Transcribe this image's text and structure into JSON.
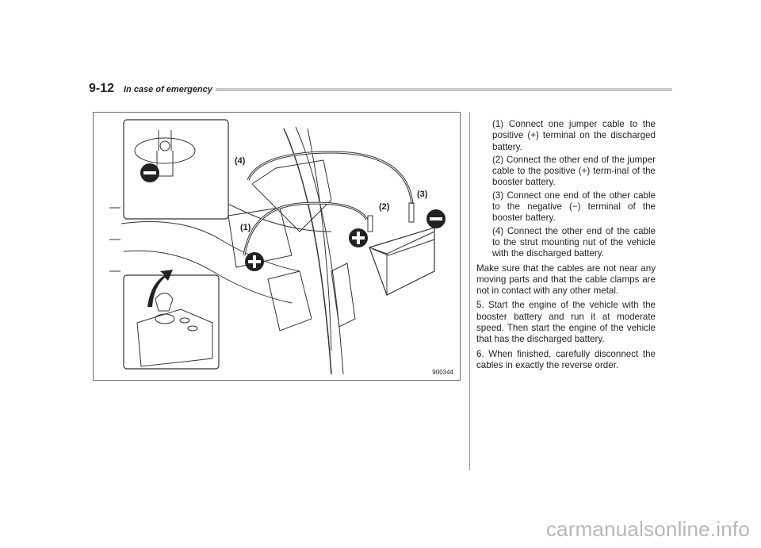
{
  "header": {
    "page_number": "9-12",
    "section_title": "In case of emergency"
  },
  "figure": {
    "code": "900344",
    "callouts": [
      "(1)",
      "(2)",
      "(3)",
      "(4)"
    ]
  },
  "steps": [
    "(1) Connect one jumper cable to the positive (+) terminal on the discharged battery.",
    "(2) Connect the other end of the jumper cable to the positive (+) term-inal of the booster battery.",
    "(3) Connect one end of the other cable to the negative (−) terminal of the booster battery.",
    "(4) Connect the other end of the cable to the strut mounting nut of the vehicle with the discharged battery."
  ],
  "paragraphs": [
    "Make sure that the cables are not near any moving parts and that the cable clamps are not in contact with any other metal.",
    "5. Start the engine of the vehicle with the booster battery and run it at moderate speed. Then start the engine of the vehicle that has the discharged battery.",
    "6. When finished, carefully disconnect the cables in exactly the reverse order."
  ],
  "watermark": "carmanualsonline.info"
}
